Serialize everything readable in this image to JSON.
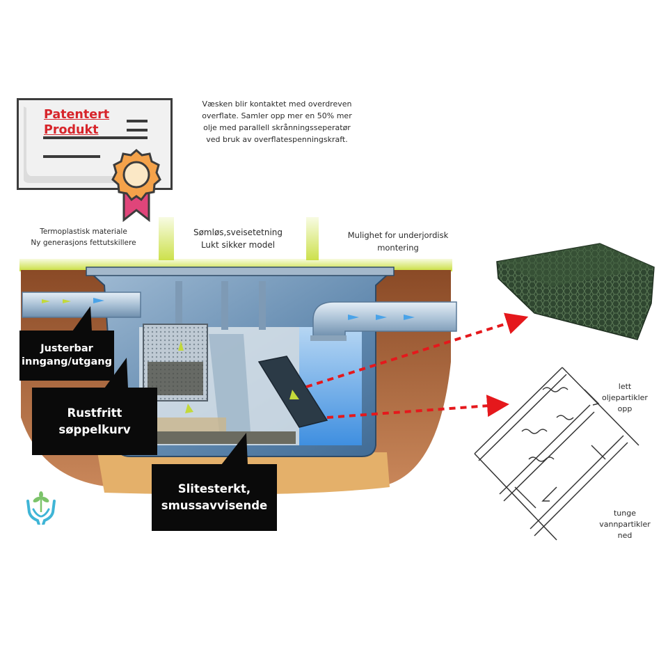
{
  "certificate": {
    "title": "Patentert Produkt"
  },
  "description": "Væsken blir kontaktet med overdreven overflate. Samler opp mer en 50% mer olje med parallell skrånningsseperatør ved bruk av overflatespenningskraft.",
  "feature_labels": {
    "material": "Termoplastisk materiale\nNy generasjons fettutskillere",
    "seamless": "Sømløs,sveisetetning\nLukt sikker model",
    "underground": "Mulighet for underjordisk\nmontering"
  },
  "callouts": {
    "inlet": "Justerbar\ninngang/utgang",
    "basket": "Rustfritt\nsøppelkurv",
    "durable": "Slitesterkt,\nsmussavvisende"
  },
  "flow_labels": {
    "oil": "lett\noljepartikler\nopp",
    "water": "tunge\nvannpartikler\nned"
  },
  "colors": {
    "accent_red": "#d7242a",
    "callout_bg": "#0a0a0a",
    "tank_blue": "#5f87ad",
    "water_blue": "#3f8fe0",
    "ribbon_pink": "#e0457a",
    "medal_gold": "#f4a24a",
    "media_green": "#3d5a3a",
    "logo_teal": "#3fb5d6"
  },
  "icons": [
    "certificate-icon",
    "medal-icon",
    "care-hands-icon"
  ]
}
